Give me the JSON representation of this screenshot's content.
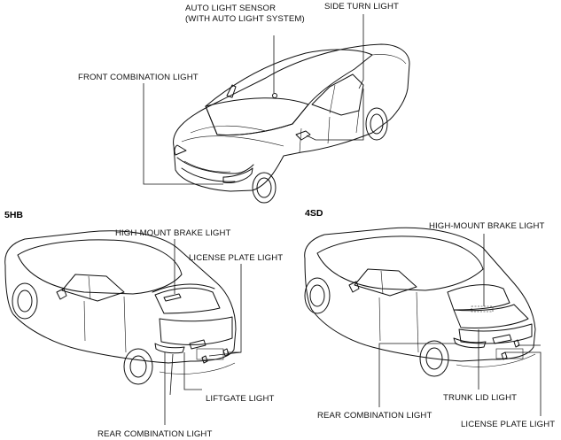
{
  "diagram": {
    "top_car": {
      "labels": {
        "auto_light_sensor": "AUTO LIGHT SENSOR",
        "auto_light_sensor_note": "(WITH AUTO LIGHT SYSTEM)",
        "side_turn_light": "SIDE TURN LIGHT",
        "front_combination_light": "FRONT COMBINATION LIGHT"
      }
    },
    "hb": {
      "section_label": "5HB",
      "labels": {
        "high_mount_brake_light": "HIGH-MOUNT BRAKE LIGHT",
        "license_plate_light": "LICENSE PLATE LIGHT",
        "liftgate_light": "LIFTGATE LIGHT",
        "rear_combination_light": "REAR COMBINATION LIGHT"
      }
    },
    "sd": {
      "section_label": "4SD",
      "labels": {
        "high_mount_brake_light": "HIGH-MOUNT BRAKE LIGHT",
        "trunk_lid_light": "TRUNK LID LIGHT",
        "rear_combination_light": "REAR COMBINATION LIGHT",
        "license_plate_light": "LICENSE PLATE LIGHT"
      }
    }
  }
}
